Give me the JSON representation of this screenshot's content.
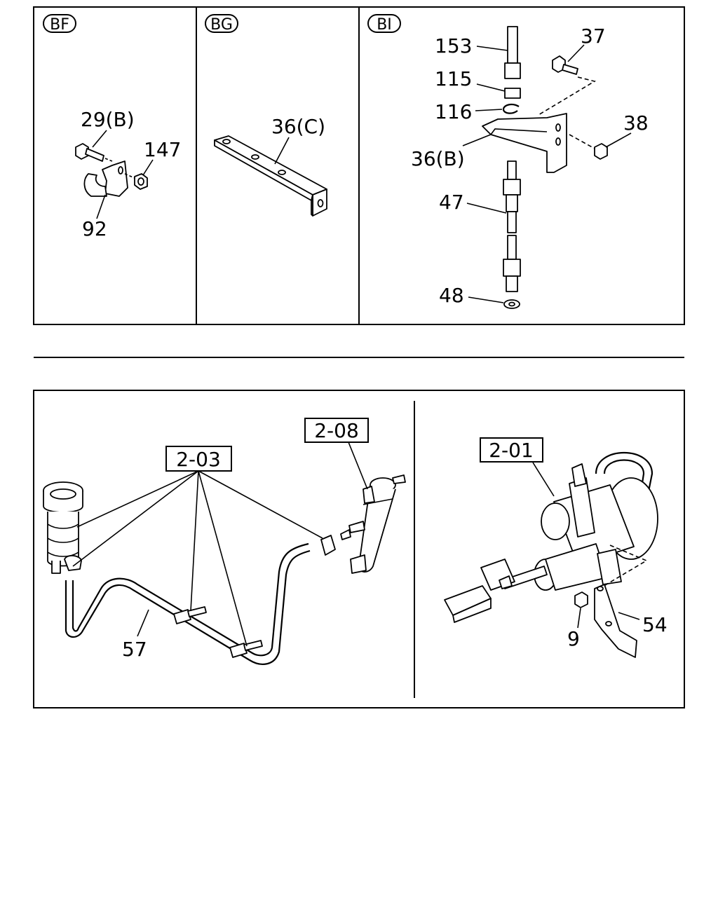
{
  "panels": {
    "bf": "BF",
    "bg": "BG",
    "bi": "BI"
  },
  "callouts": {
    "bf_29": "29(B)",
    "bf_147": "147",
    "bf_92": "92",
    "bg_36c": "36(C)",
    "bi_153": "153",
    "bi_37": "37",
    "bi_115": "115",
    "bi_116": "116",
    "bi_38": "38",
    "bi_36b": "36(B)",
    "bi_47": "47",
    "bi_48": "48",
    "ref_203": "2-03",
    "ref_208": "2-08",
    "ref_201": "2-01",
    "p57": "57",
    "p9": "9",
    "p54": "54"
  }
}
